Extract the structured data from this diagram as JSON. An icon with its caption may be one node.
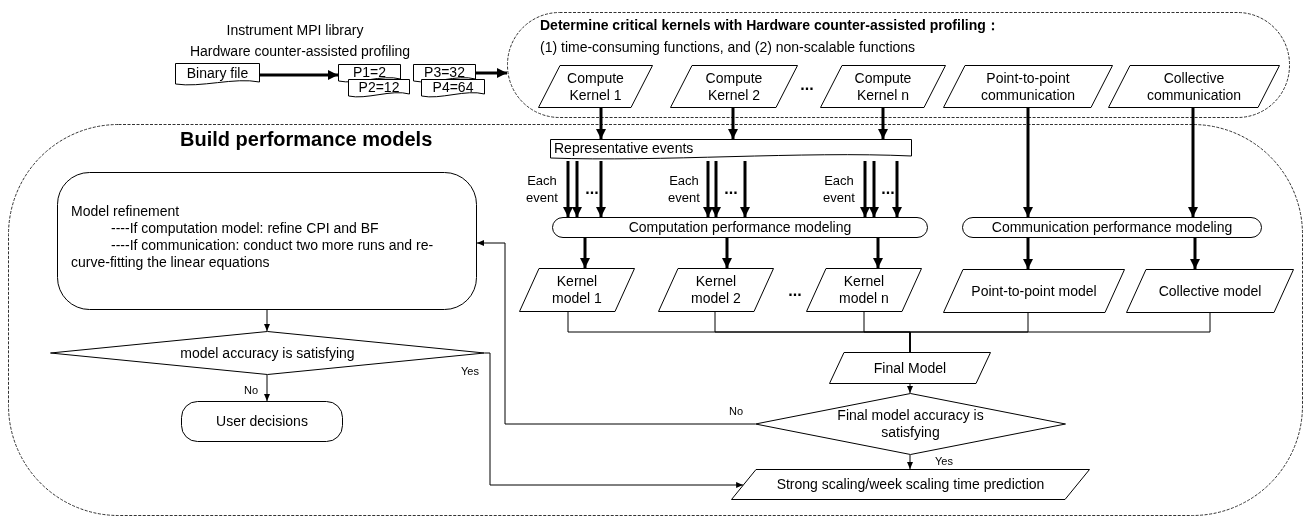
{
  "diagram": {
    "nodes": [
      {
        "text": [
          "Binary file"
        ]
      },
      {
        "text": [
          "P1=2"
        ]
      },
      {
        "text": [
          "P2=12"
        ]
      },
      {
        "text": [
          "P3=32"
        ]
      },
      {
        "text": [
          "P4=64"
        ]
      },
      {
        "text": [
          "Determine critical kernels with Hardware counter-assisted profiling：",
          "(1) time-consuming functions, and  (2) non-scalable functions"
        ]
      },
      {
        "text": [
          "Compute Kernel 1"
        ],
        "in": 5
      },
      {
        "text": [
          "Compute Kernel 2"
        ],
        "in": 5
      },
      {
        "text": [
          "Compute Kernel n"
        ],
        "in": 5
      },
      {
        "text": [
          "Point-to-point communication"
        ],
        "in": 5
      },
      {
        "text": [
          "Collective communication"
        ],
        "in": 5
      },
      {
        "text": [
          "Build performance models"
        ]
      },
      {
        "text": [
          "Representative events"
        ],
        "in": 11
      },
      {
        "text": [
          "Computation performance modeling"
        ],
        "in": 11
      },
      {
        "text": [
          "Communication performance modeling"
        ],
        "in": 11
      },
      {
        "text": [
          "Model refinement",
          "----If computation model: refine CPI and BF",
          "----If communication: conduct two more runs and re-curve-fitting the linear equations"
        ],
        "in": 11
      },
      {
        "text": [
          "Kernel model 1"
        ],
        "in": 11
      },
      {
        "text": [
          "Kernel model 2"
        ],
        "in": 11
      },
      {
        "text": [
          "Kernel model n"
        ],
        "in": 11
      },
      {
        "text": [
          "Point-to-point model"
        ],
        "in": 11
      },
      {
        "text": [
          "Collective model"
        ],
        "in": 11
      },
      {
        "text": [
          "model accuracy is satisfying"
        ],
        "in": 11
      },
      {
        "text": [
          "Final Model"
        ],
        "in": 11
      },
      {
        "text": [
          "User decisions"
        ],
        "in": 11
      },
      {
        "text": [
          "Final model accuracy is satisfying"
        ],
        "in": 11
      },
      {
        "text": [
          "Strong scaling/week scaling time prediction"
        ],
        "in": 11
      }
    ],
    "edges": [
      {
        "from": 0,
        "to": 1,
        "arrow": "to"
      },
      {
        "from": 3,
        "to": 5,
        "arrow": "to"
      },
      {
        "from": 6,
        "to": 12,
        "arrow": "to"
      },
      {
        "from": 7,
        "to": 12,
        "arrow": "to"
      },
      {
        "from": 8,
        "to": 12,
        "arrow": "to"
      },
      {
        "from": 9,
        "to": 14,
        "arrow": "to"
      },
      {
        "from": 10,
        "to": 14,
        "arrow": "to"
      },
      {
        "from": 12,
        "to": 13,
        "arrow": "to"
      },
      {
        "from": 12,
        "to": 13,
        "arrow": "to"
      },
      {
        "from": 12,
        "to": 13,
        "arrow": "to"
      },
      {
        "from": 12,
        "to": 13,
        "arrow": "to"
      },
      {
        "from": 12,
        "to": 13,
        "arrow": "to"
      },
      {
        "from": 12,
        "to": 13,
        "arrow": "to"
      },
      {
        "from": 12,
        "to": 13,
        "arrow": "to"
      },
      {
        "from": 12,
        "to": 13,
        "arrow": "to"
      },
      {
        "from": 12,
        "to": 13,
        "arrow": "to"
      },
      {
        "from": 13,
        "to": 16,
        "arrow": "to"
      },
      {
        "from": 13,
        "to": 17,
        "arrow": "to"
      },
      {
        "from": 13,
        "to": 18,
        "arrow": "to"
      },
      {
        "from": 14,
        "to": 19,
        "arrow": "to"
      },
      {
        "from": 14,
        "to": 20,
        "arrow": "to"
      },
      {
        "from": 16,
        "to": 22,
        "arrow": "none"
      },
      {
        "from": 17,
        "to": 22,
        "arrow": "none"
      },
      {
        "from": 18,
        "to": 22,
        "arrow": "none"
      },
      {
        "from": 19,
        "to": 22,
        "arrow": "none"
      },
      {
        "from": 20,
        "to": 22,
        "arrow": "none"
      },
      {
        "from": 22,
        "to": 24,
        "arrow": "to"
      },
      {
        "from": 24,
        "to": 25,
        "arrow": "to",
        "label": "Yes"
      },
      {
        "from": 24,
        "to": 15,
        "arrow": "to",
        "label": "No"
      },
      {
        "from": 15,
        "to": 21,
        "arrow": "to"
      },
      {
        "from": 21,
        "to": 23,
        "arrow": "to",
        "label": "No"
      },
      {
        "from": 21,
        "to": 25,
        "arrow": "to",
        "label": "Yes"
      }
    ],
    "labels": [
      "Instrument MPI library",
      "Hardware counter-assisted profiling",
      "...",
      "Each event",
      "...",
      "Each event",
      "...",
      "Each event",
      "...",
      "..."
    ]
  }
}
